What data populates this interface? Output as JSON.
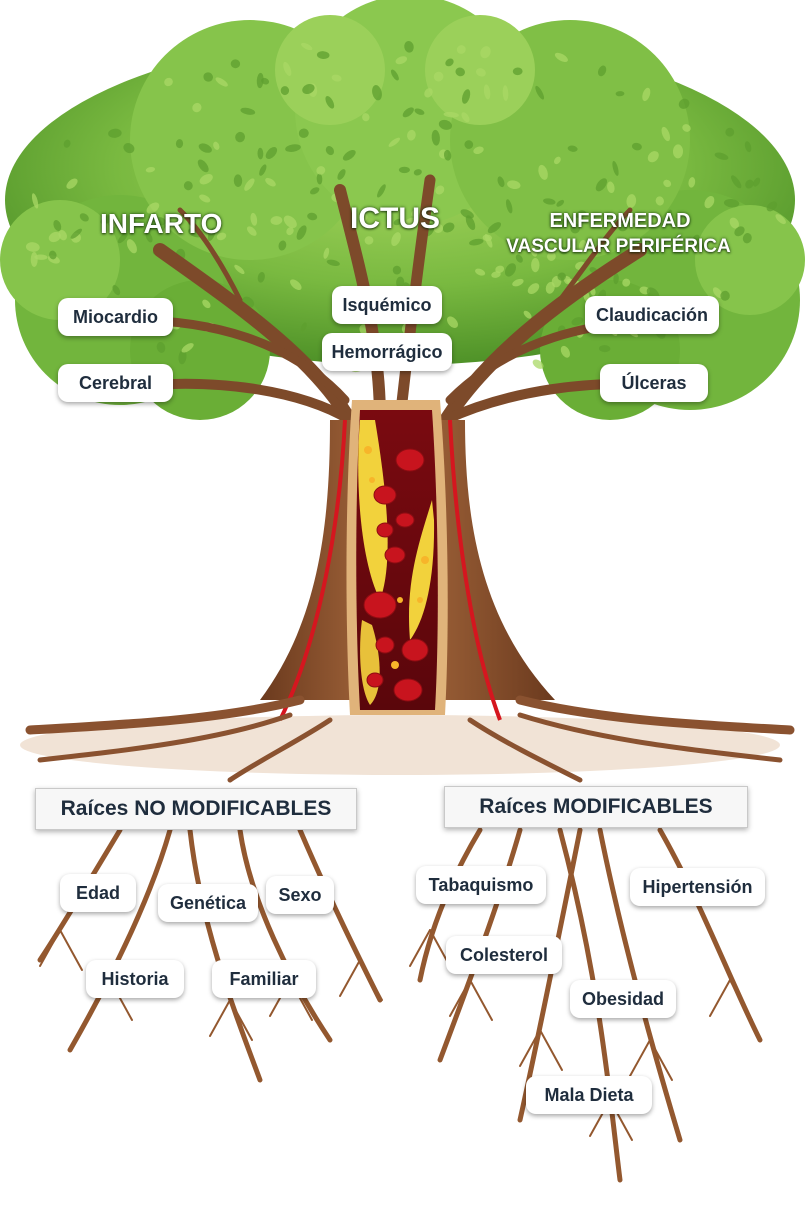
{
  "canopy": {
    "infarto": "INFARTO",
    "ictus": "ICTUS",
    "evp_line1": "ENFERMEDAD",
    "evp_line2": "VASCULAR PERIFÉRICA"
  },
  "branches": {
    "miocardio": "Miocardio",
    "cerebral": "Cerebral",
    "isquemico": "Isquémico",
    "hemorragico": "Hemorrágico",
    "claudicacion": "Claudicación",
    "ulceras": "Úlceras"
  },
  "roots": {
    "no_modificables": {
      "title": "Raíces NO MODIFICABLES",
      "edad": "Edad",
      "genetica": "Genética",
      "sexo": "Sexo",
      "historia": "Historia",
      "familiar": "Familiar"
    },
    "modificables": {
      "title": "Raíces MODIFICABLES",
      "tabaquismo": "Tabaquismo",
      "hipertension": "Hipertensión",
      "colesterol": "Colesterol",
      "obesidad": "Obesidad",
      "mala_dieta": "Mala Dieta"
    }
  },
  "colors": {
    "foliage": "#6fb33a",
    "foliage_light": "#98cc55",
    "bark": "#8a5230",
    "plaque": "#f2d23c",
    "blood": "#b3121b"
  }
}
